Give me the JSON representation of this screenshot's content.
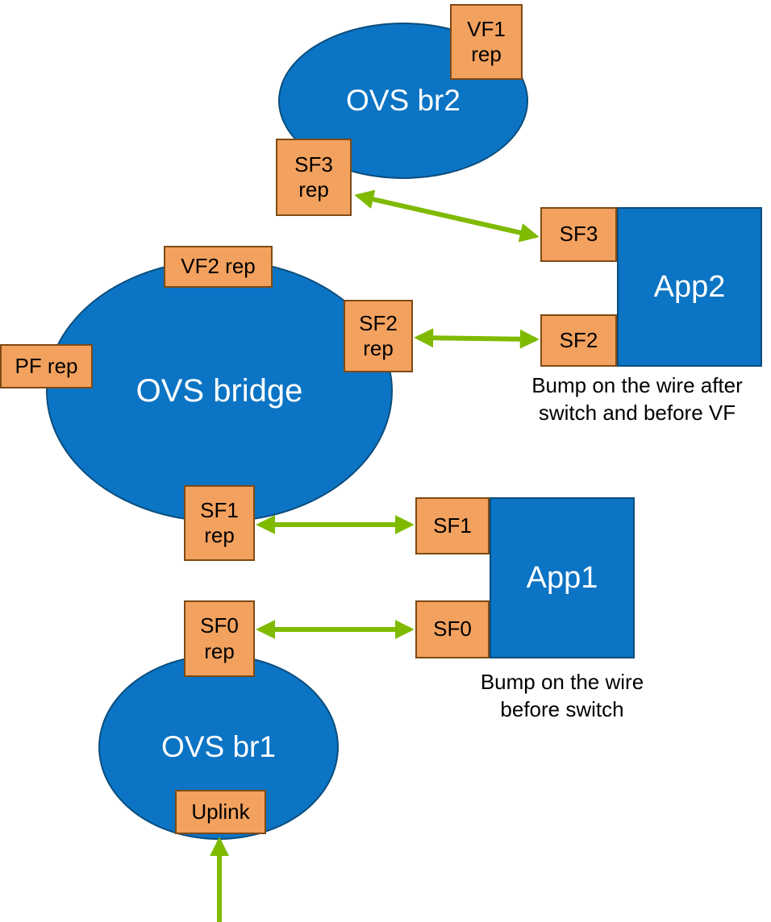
{
  "colors": {
    "node_fill": "#0b74c4",
    "node_border": "#0a4d7d",
    "port_fill": "#f2a15e",
    "port_border": "#7f4a15",
    "arrow": "#7fba00",
    "node_label": "#ffffff",
    "port_label": "#000000"
  },
  "nodes": {
    "ovs_br2": "OVS br2",
    "ovs_bridge": "OVS bridge",
    "ovs_br1": "OVS br1",
    "app2": "App2",
    "app1": "App1"
  },
  "ports": {
    "vf1_rep": "VF1 rep",
    "sf3_rep": "SF3 rep",
    "vf2_rep": "VF2 rep",
    "pf_rep": "PF rep",
    "sf2_rep": "SF2 rep",
    "sf1_rep": "SF1 rep",
    "sf0_rep": "SF0 rep",
    "sf3": "SF3",
    "sf2": "SF2",
    "sf1": "SF1",
    "sf0": "SF0",
    "uplink": "Uplink"
  },
  "annotations": {
    "app2_note": "Bump on the wire after switch and before VF",
    "app1_note": "Bump on the wire before switch"
  },
  "arrows": [
    {
      "from": "SF3 rep",
      "to": "SF3",
      "type": "bidirectional"
    },
    {
      "from": "SF2 rep",
      "to": "SF2",
      "type": "bidirectional"
    },
    {
      "from": "SF1 rep",
      "to": "SF1",
      "type": "bidirectional"
    },
    {
      "from": "SF0 rep",
      "to": "SF0",
      "type": "bidirectional"
    },
    {
      "from": "external",
      "to": "Uplink",
      "type": "single-up"
    }
  ]
}
